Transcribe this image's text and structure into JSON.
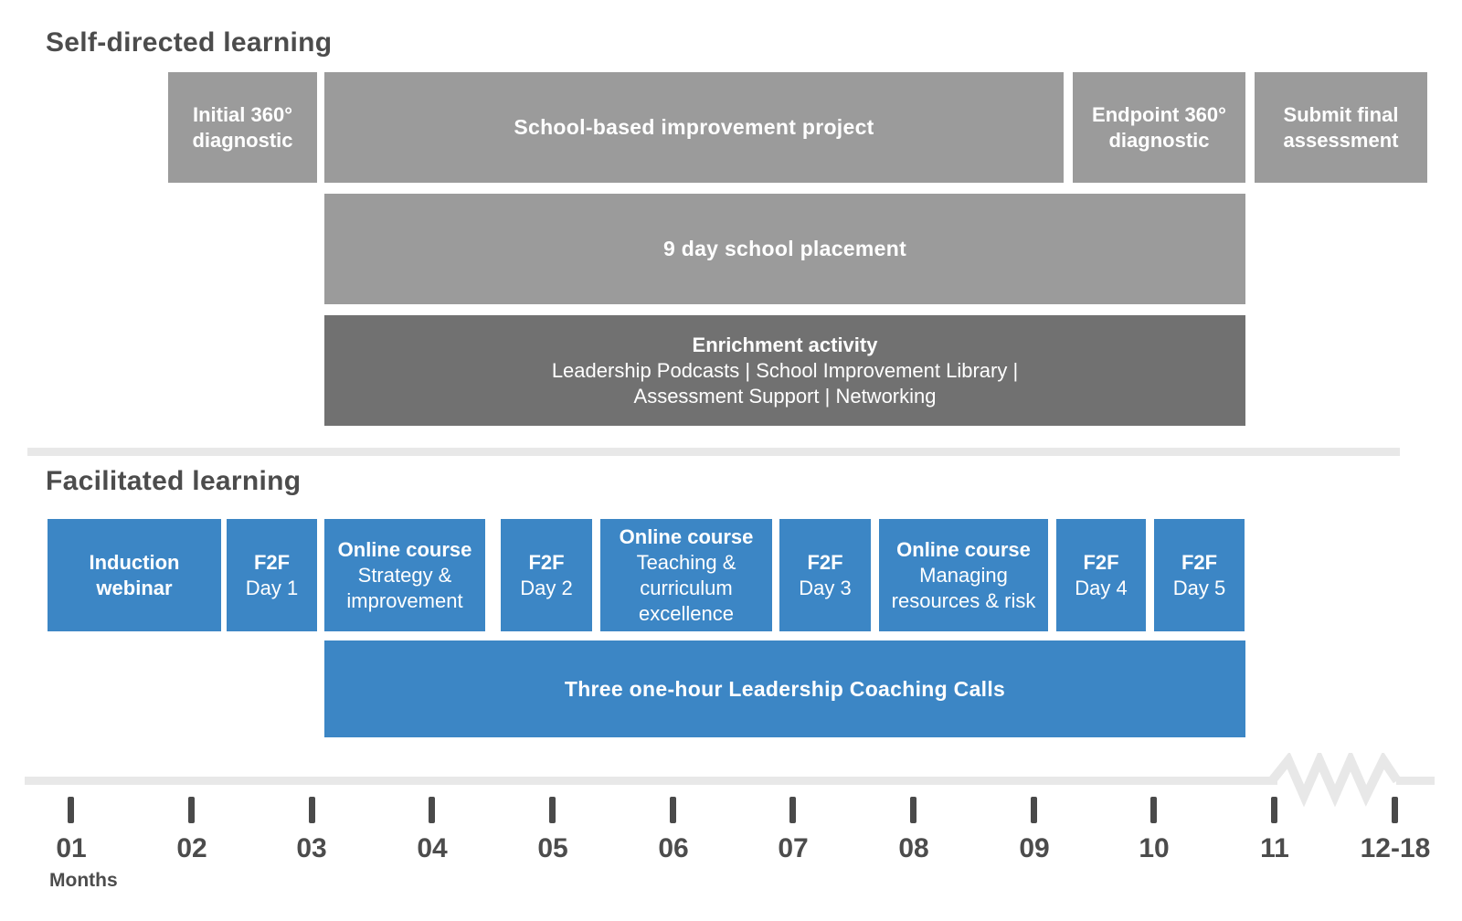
{
  "palette": {
    "box_gray": "#9b9b9b",
    "box_dark_gray": "#717171",
    "box_blue": "#3c86c5",
    "text_dark": "#4c4c4c",
    "track_light_gray": "#e8e8e8"
  },
  "self_directed": {
    "heading": "Self-directed learning",
    "initial_diagnostic": "Initial 360° diagnostic",
    "improvement_project": "School-based improvement project",
    "endpoint_diagnostic": "Endpoint 360° diagnostic",
    "submit_assessment": "Submit final assessment",
    "school_placement": "9 day school placement",
    "enrichment": {
      "title": "Enrichment activity",
      "line1": "Leadership Podcasts  |  School Improvement Library  |",
      "line2": "Assessment Support  |  Networking"
    }
  },
  "facilitated": {
    "heading": "Facilitated learning",
    "induction": "Induction webinar",
    "f2f": [
      {
        "title": "F2F",
        "day": "Day 1"
      },
      {
        "title": "F2F",
        "day": "Day 2"
      },
      {
        "title": "F2F",
        "day": "Day 3"
      },
      {
        "title": "F2F",
        "day": "Day 4"
      },
      {
        "title": "F2F",
        "day": "Day 5"
      }
    ],
    "online_courses": [
      {
        "title": "Online course",
        "subtitle": "Strategy & improvement"
      },
      {
        "title": "Online course",
        "subtitle": "Teaching & curriculum excellence"
      },
      {
        "title": "Online course",
        "subtitle": "Managing resources & risk"
      }
    ],
    "coaching": "Three one-hour Leadership Coaching Calls"
  },
  "axis": {
    "months_caption": "Months",
    "months": [
      "01",
      "02",
      "03",
      "04",
      "05",
      "06",
      "07",
      "08",
      "09",
      "10",
      "11",
      "12-18"
    ]
  }
}
